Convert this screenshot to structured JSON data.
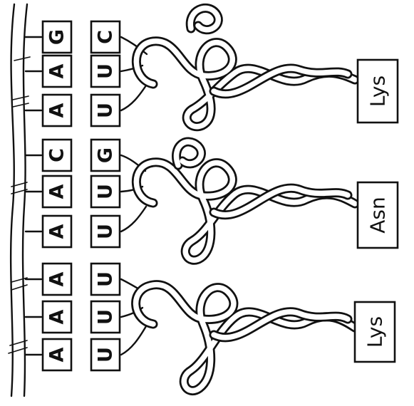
{
  "mrna": {
    "bases": [
      "A",
      "A",
      "A",
      "A",
      "A",
      "C",
      "A",
      "A",
      "G"
    ]
  },
  "trnas": [
    {
      "anticodon": [
        "U",
        "U",
        "U"
      ],
      "amino_acid": "Lys"
    },
    {
      "anticodon": [
        "U",
        "U",
        "G"
      ],
      "amino_acid": "Asn"
    },
    {
      "anticodon": [
        "U",
        "U",
        "C"
      ],
      "amino_acid": "Lys"
    }
  ],
  "colors": {
    "ink": "#111111",
    "paper": "#ffffff"
  }
}
